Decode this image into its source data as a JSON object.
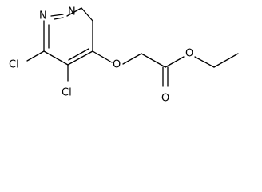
{
  "molecule": {
    "atoms": {
      "n1": "N",
      "n2": "N",
      "o_ether": "O",
      "o_carbonyl": "O",
      "o_ester": "O",
      "cl_top": "Cl",
      "cl_bottom": "Cl"
    }
  }
}
